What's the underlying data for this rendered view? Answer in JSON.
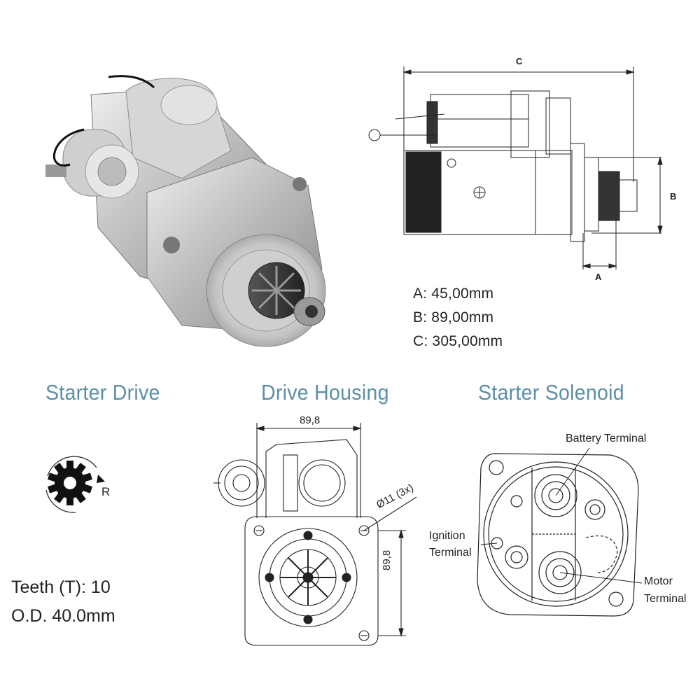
{
  "dims": {
    "label_c": "C",
    "label_b": "B",
    "label_a": "A",
    "spec_a": "A: 45,00mm",
    "spec_b": "B: 89,00mm",
    "spec_c": "C: 305,00mm"
  },
  "sections": {
    "starter_drive": "Starter Drive",
    "drive_housing": "Drive Housing",
    "starter_solenoid": "Starter Solenoid"
  },
  "starter_drive": {
    "rotation_label": "R",
    "teeth": "Teeth (T):  10",
    "od": "O.D. 40.0mm"
  },
  "drive_housing": {
    "width_dim": "89,8",
    "height_dim": "89,8",
    "hole_dim": "Ø11  (3x)"
  },
  "solenoid": {
    "battery_terminal": "Battery Terminal",
    "ignition_terminal_1": "Ignition",
    "ignition_terminal_2": "Terminal",
    "motor_terminal_1": "Motor",
    "motor_terminal_2": "Terminal"
  },
  "colors": {
    "section_title": "#5b8fa8",
    "text": "#222222"
  }
}
